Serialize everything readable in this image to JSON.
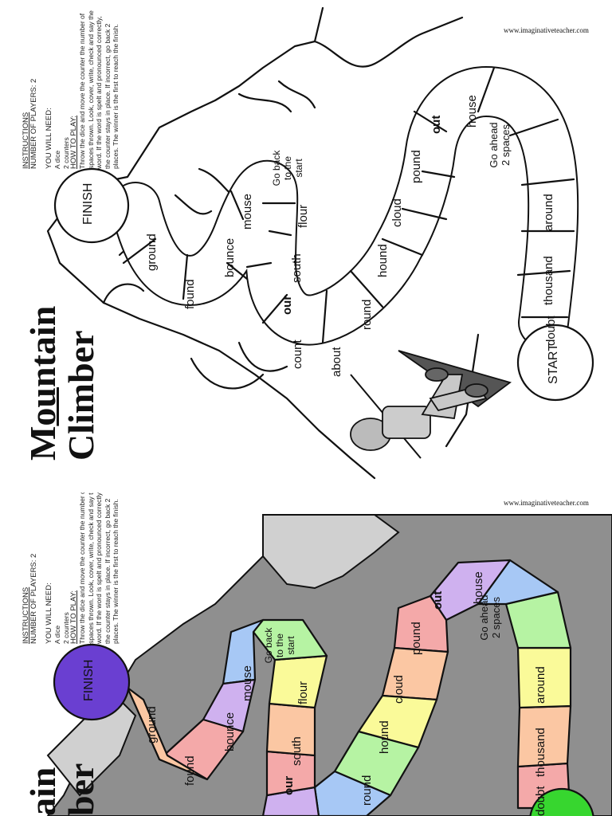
{
  "website": "www.imaginativeteacher.com",
  "title": {
    "line1_prefix": "M",
    "line1_underlined": "ou",
    "line1_suffix": "ntain",
    "line2": "Climber"
  },
  "bottom_title": {
    "line1": "ain",
    "line2": "ber"
  },
  "instructions": {
    "heading": "INSTRUCTIONS",
    "players": "NUMBER OF PLAYERS: 2",
    "need_heading": "YOU  WILL NEED:",
    "need_items": [
      "A dice",
      "2 counters"
    ],
    "how_heading": "HOW TO PLAY:",
    "how_text": "Throw the dice and move the counter the number of spaces thrown. Look, cover, write, check and say the word. If the word is spelt and pronounced correctly, the counter stays in place. If incorrect, go back 2 places. The winner is the first to reach the finish."
  },
  "finish_label": "FINISH",
  "start_label": "START",
  "path_words": [
    "doubt",
    "thousand",
    "around",
    "Go ahead 2 spaces",
    "house",
    "out",
    "pound",
    "cloud",
    "hound",
    "round",
    "about",
    "count",
    "our",
    "south",
    "flour",
    "Go back to the start",
    "mouse",
    "bounce",
    "found",
    "ground"
  ],
  "colors": {
    "ink": "#111111",
    "rock": "#8f8f8f",
    "snow": "#d0d0d0",
    "finish": "#6a3fd1",
    "start": "#37d62f",
    "square_fills": [
      "#f4a9a9",
      "#fbc7a3",
      "#fafa99",
      "#b6f3a3",
      "#a7c8f5",
      "#cfb1ef"
    ]
  }
}
